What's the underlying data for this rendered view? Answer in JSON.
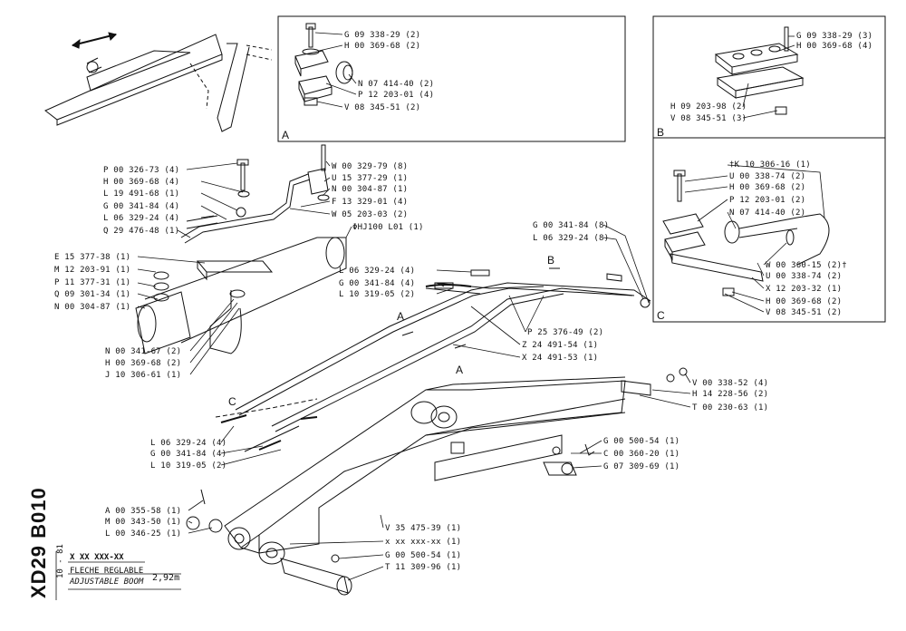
{
  "detail_a": {
    "letter": "A",
    "parts": [
      "G 09 338-29 (2)",
      "H 00 369-68 (2)",
      "N 07 414-40 (2)",
      "P 12 203-01 (4)",
      "V 08 345-51 (2)"
    ]
  },
  "detail_b": {
    "letter": "B",
    "parts": [
      "G 09 338-29 (3)",
      "H 00 369-68 (4)",
      "H 09 203-98 (2)",
      "V 08 345-51 (3)"
    ]
  },
  "detail_c": {
    "letter": "C",
    "parts": [
      "†K 10 306-16 (1)",
      "U 00 338-74 (2)",
      "H 00 369-68 (2)",
      "P 12 203-01 (2)",
      "N 07 414-40 (2)",
      "W 00 360-15 (2)†",
      "U 00 338-74 (2)",
      "X 12 203-32 (1)",
      "H 00 369-68 (2)",
      "V 08 345-51 (2)"
    ]
  },
  "hose_group": {
    "parts": [
      "W 00 329-79 (8)",
      "U 15 377-29 (1)",
      "N 00 304-87 (1)",
      "F 13 329-01 (4)",
      "W 05 203-03 (2)",
      "ΦHJ100  L01 (1)"
    ]
  },
  "left_group": {
    "parts": [
      "P 00 326-73 (4)",
      "H 00 369-68 (4)",
      "L 19 491-68 (1)",
      "G 00 341-84 (4)",
      "L 06 329-24 (4)",
      "Q 29 476-48 (1)",
      "E 15 377-38 (1)",
      "M 12 203-91 (1)",
      "P 11 377-31 (1)",
      "Q 09 301-34 (1)",
      "N 00 304-87 (1)",
      "N 00 341-67 (2)",
      "H 00 369-68 (2)",
      "J 10 306-61 (1)"
    ]
  },
  "right_upper_group": {
    "parts": [
      "G 00 341-84 (8)",
      "L 06 329-24 (8)"
    ]
  },
  "middle_group": {
    "parts": [
      "L 06 329-24 (4)",
      "G 00 341-84 (4)",
      "L 10 319-05 (2)"
    ]
  },
  "pipe_group": {
    "parts": [
      "P 25 376-49 (2)",
      "Z 24 491-54 (1)",
      "X 24 491-53 (1)"
    ]
  },
  "plate_group": {
    "parts": [
      "V 00 338-52 (4)",
      "H 14 228-56 (2)",
      "T 00 230-63 (1)"
    ]
  },
  "lower_left_group": {
    "parts": [
      "L 06 329-24 (4)",
      "G 00 341-84 (4)",
      "L 10 319-05 (2)"
    ]
  },
  "pin_group": {
    "parts": [
      "G 00 500-54 (1)",
      "C 00 360-20 (1)",
      "G 07 309-69 (1)"
    ]
  },
  "bottom_left_group": {
    "parts": [
      "A 00 355-58 (1)",
      "M 00 343-50 (1)",
      "L 00 346-25 (1)"
    ]
  },
  "bottom_center_group": {
    "parts": [
      "V 35 475-39 (1)",
      "x xx xxx-xx (1)",
      "G 00 500-54 (1)",
      "T 11 309-96 (1)"
    ]
  },
  "callouts": [
    "A",
    "A",
    "B",
    "C"
  ],
  "title_block": {
    "drawing_code": "XD29 B010",
    "date": "10 - 81",
    "ref": "X XX XXX-XX",
    "title_fr": "FLECHE REGLABLE",
    "title_en": "ADJUSTABLE BOOM",
    "length": "2,92m"
  }
}
